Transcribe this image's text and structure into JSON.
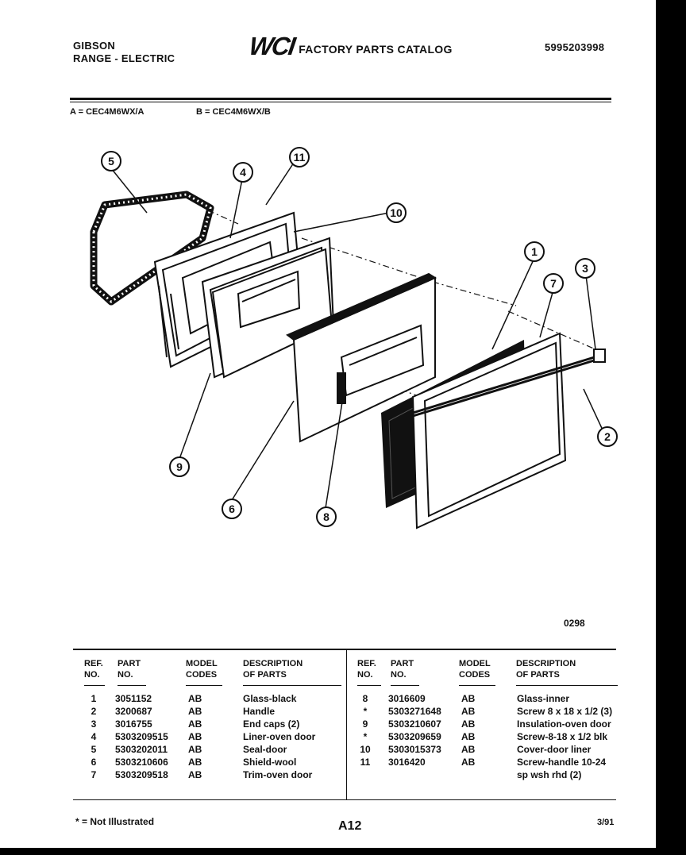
{
  "header": {
    "brand": "GIBSON",
    "product": "RANGE - ELECTRIC",
    "logo": "WCI",
    "catalog_title": "FACTORY PARTS CATALOG",
    "catalog_number": "5995203998"
  },
  "models": {
    "a": "A = CEC4M6WX/A",
    "b": "B = CEC4M6WX/B"
  },
  "diagram": {
    "callouts": [
      "5",
      "4",
      "11",
      "10",
      "1",
      "7",
      "3",
      "2",
      "9",
      "6",
      "8"
    ],
    "code": "0298"
  },
  "table": {
    "headers": {
      "ref": [
        "REF.",
        "NO."
      ],
      "part": [
        "PART",
        "NO."
      ],
      "model": [
        "MODEL",
        "CODES"
      ],
      "desc": [
        "DESCRIPTION",
        "OF PARTS"
      ]
    },
    "left_rows": [
      {
        "ref": "1",
        "part": "3051152",
        "codes": "AB",
        "desc": "Glass-black"
      },
      {
        "ref": "2",
        "part": "3200687",
        "codes": "AB",
        "desc": "Handle"
      },
      {
        "ref": "3",
        "part": "3016755",
        "codes": "AB",
        "desc": "End caps (2)"
      },
      {
        "ref": "4",
        "part": "5303209515",
        "codes": "AB",
        "desc": "Liner-oven door"
      },
      {
        "ref": "5",
        "part": "5303202011",
        "codes": "AB",
        "desc": "Seal-door"
      },
      {
        "ref": "6",
        "part": "5303210606",
        "codes": "AB",
        "desc": "Shield-wool"
      },
      {
        "ref": "7",
        "part": "5303209518",
        "codes": "AB",
        "desc": "Trim-oven door"
      }
    ],
    "right_rows": [
      {
        "ref": "8",
        "part": "3016609",
        "codes": "AB",
        "desc": "Glass-inner"
      },
      {
        "ref": "*",
        "part": "5303271648",
        "codes": "AB",
        "desc": "Screw 8 x 18 x 1/2 (3)"
      },
      {
        "ref": "9",
        "part": "5303210607",
        "codes": "AB",
        "desc": "Insulation-oven door"
      },
      {
        "ref": "*",
        "part": "5303209659",
        "codes": "AB",
        "desc": "Screw-8-18 x 1/2 blk"
      },
      {
        "ref": "10",
        "part": "5303015373",
        "codes": "AB",
        "desc": "Cover-door liner"
      },
      {
        "ref": "11",
        "part": "3016420",
        "codes": "AB",
        "desc": "Screw-handle 10-24"
      },
      {
        "ref": "",
        "part": "",
        "codes": "",
        "desc": "sp wsh rhd (2)"
      }
    ]
  },
  "footer": {
    "footnote": "* = Not Illustrated",
    "page": "A12",
    "date": "3/91"
  }
}
